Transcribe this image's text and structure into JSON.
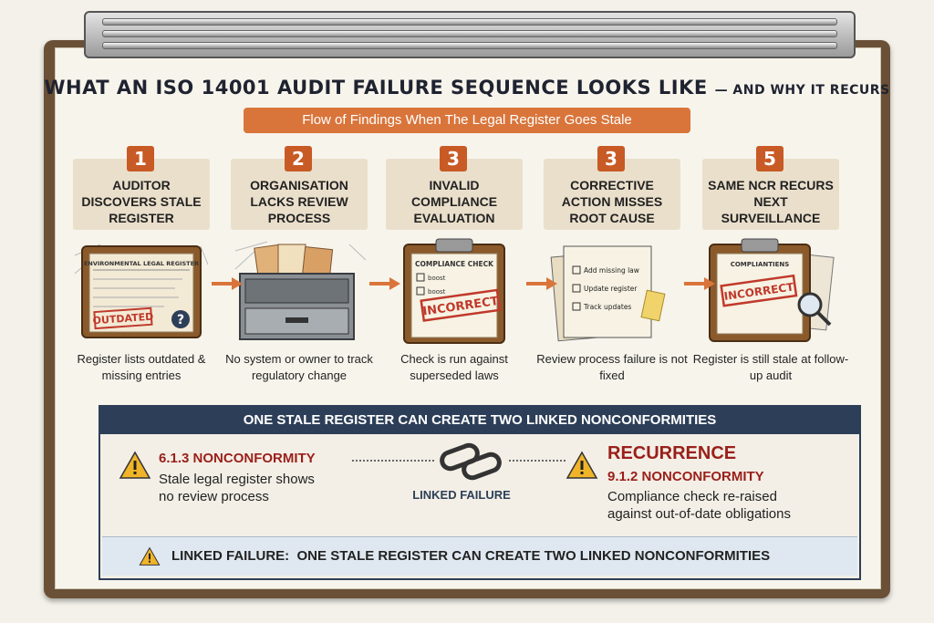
{
  "title": {
    "main": "WHAT AN ISO 14001 AUDIT FAILURE SEQUENCE LOOKS LIKE",
    "suffix": "— AND WHY IT RECURS"
  },
  "subtitle": "Flow of Findings When The Legal Register Goes Stale",
  "steps": [
    {
      "number": "1",
      "title": "AUDITOR DISCOVERS STALE REGISTER",
      "caption": "Register lists outdated & missing entries",
      "illustration": {
        "doc_title": "ENVIRONMENTAL LEGAL REGISTER",
        "stamp": "OUTDATED",
        "icon": "question-icon"
      }
    },
    {
      "number": "2",
      "title": "ORGANISATION LACKS REVIEW PROCESS",
      "caption": "No system or owner to track regulatory change",
      "illustration": {
        "icon": "file-cabinet-icon"
      }
    },
    {
      "number": "3",
      "title": "INVALID COMPLIANCE EVALUATION",
      "caption": "Check is run against superseded laws",
      "illustration": {
        "doc_title": "COMPLIANCE CHECK",
        "items": [
          "boost",
          "boost"
        ],
        "stamp": "INCORRECT"
      }
    },
    {
      "number": "3",
      "title": "CORRECTIVE ACTION MISSES ROOT CAUSE",
      "caption": "Review process failure is not fixed",
      "illustration": {
        "items": [
          "Add missing law",
          "Update register",
          "Track updates"
        ]
      }
    },
    {
      "number": "5",
      "title": "SAME NCR RECURS NEXT SURVEILLANCE",
      "caption": "Register is still stale at follow-up audit",
      "illustration": {
        "doc_title": "COMPLIANTIENS",
        "stamp": "INCORRECT",
        "icon": "magnifier-icon"
      }
    }
  ],
  "panel": {
    "header": "ONE STALE REGISTER CAN CREATE TWO LINKED NONCONFORMITIES",
    "left": {
      "title": "6.1.3 NONCONFORMITY",
      "desc_line1": "Stale legal register shows",
      "desc_line2": "no review process"
    },
    "link_label": "LINKED FAILURE",
    "right": {
      "heading": "RECURRENCE",
      "title": "9.1.2 NONCONFORMITY",
      "desc_line1": "Compliance check re-raised",
      "desc_line2": "against out-of-date obligations"
    },
    "footer_label": "LINKED FAILURE:",
    "footer_text": "ONE STALE REGISTER CAN CREATE TWO LINKED NONCONFORMITIES"
  },
  "colors": {
    "accent": "#d9753b",
    "badge": "#c85a25",
    "stamp": "#c0392b",
    "navy": "#2d3f58",
    "board": "#6b5038",
    "title_bg": "#eadfcb",
    "nc_red": "#9a1f1a"
  }
}
